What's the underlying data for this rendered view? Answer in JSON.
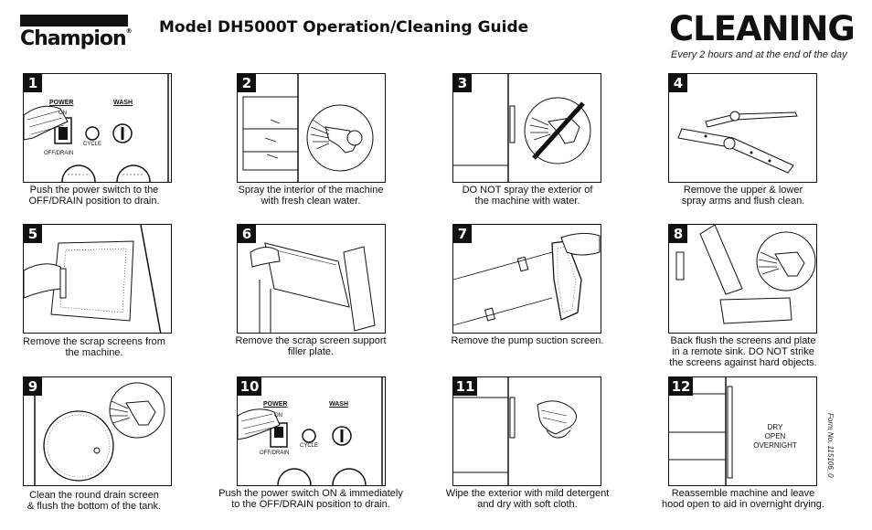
{
  "header": {
    "logo_text": "Champion",
    "logo_mark": "®",
    "title": "Model DH5000T Operation/Cleaning Guide",
    "section_title": "CLEANING",
    "subtitle": "Every 2 hours and at the end of the day"
  },
  "form_number": "Form No. 115106_0",
  "control_panel": {
    "power_label": "POWER",
    "wash_label": "WASH",
    "on_label": "ON",
    "off_label": "OFF/DRAIN",
    "cycle_label": "CYCLE"
  },
  "steps": [
    {
      "number": "1",
      "caption": [
        "Push the power switch to the",
        "OFF/DRAIN position to drain."
      ]
    },
    {
      "number": "2",
      "caption": [
        "Spray the interior of the machine",
        "with fresh clean water."
      ]
    },
    {
      "number": "3",
      "caption": [
        "DO NOT spray the exterior of",
        "the machine with water."
      ]
    },
    {
      "number": "4",
      "caption": [
        "Remove the upper & lower",
        "spray arms and flush clean."
      ]
    },
    {
      "number": "5",
      "caption": [
        "Remove the scrap screens from",
        "the machine."
      ]
    },
    {
      "number": "6",
      "caption": [
        "Remove the scrap screen support",
        "filler plate."
      ]
    },
    {
      "number": "7",
      "caption": [
        "Remove the pump suction screen."
      ]
    },
    {
      "number": "8",
      "caption": [
        "Back flush the screens and plate",
        "in a remote sink.  DO NOT strike",
        "the screens against hard objects."
      ]
    },
    {
      "number": "9",
      "caption": [
        "Clean the round drain screen",
        "& flush the bottom of the tank."
      ]
    },
    {
      "number": "10",
      "caption": [
        "Push the power switch ON & immediately",
        "to the OFF/DRAIN position to drain."
      ]
    },
    {
      "number": "11",
      "caption": [
        "Wipe the exterior with mild detergent",
        "and dry with soft cloth."
      ]
    },
    {
      "number": "12",
      "caption": [
        "Reassemble machine and leave",
        "hood open to aid in overnight drying."
      ]
    }
  ],
  "step12_note": [
    "DRY",
    "OPEN",
    "OVERNIGHT"
  ]
}
